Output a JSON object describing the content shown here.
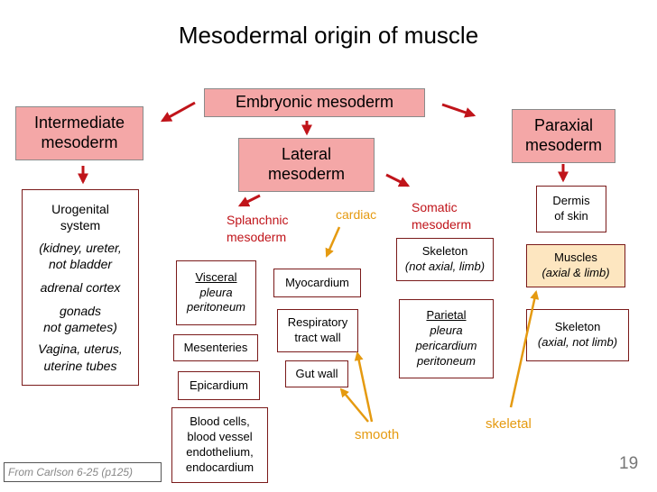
{
  "title": "Mesodermal origin of muscle",
  "nodes": {
    "embryonic": "Embryonic mesoderm",
    "intermediate": [
      "Intermediate",
      "mesoderm"
    ],
    "lateral": [
      "Lateral",
      "mesoderm"
    ],
    "paraxial": [
      "Paraxial",
      "mesoderm"
    ],
    "urogenital": [
      "Urogenital",
      "system",
      "(kidney, ureter,",
      "not bladder",
      "adrenal cortex",
      "gonads",
      "not gametes)",
      "Vagina, uterus,",
      "uterine tubes"
    ],
    "splanchnic": [
      "Splanchnic",
      "mesoderm"
    ],
    "cardiac": "cardiac",
    "somatic": [
      "Somatic",
      "mesoderm"
    ],
    "visceral": [
      "Visceral",
      "pleura",
      "peritoneum"
    ],
    "mesenteries": "Mesenteries",
    "epicardium": "Epicardium",
    "blood": [
      "Blood cells,",
      "blood vessel",
      "endothelium,",
      "endocardium"
    ],
    "myocardium": "Myocardium",
    "respiratory": [
      "Respiratory",
      "tract wall"
    ],
    "gutwall": "Gut wall",
    "skeleton_somatic": [
      "Skeleton",
      "(not axial, limb)"
    ],
    "parietal": [
      "Parietal",
      "pleura",
      "pericardium",
      "peritoneum"
    ],
    "dermis": [
      "Dermis",
      "of skin"
    ],
    "muscles": [
      "Muscles",
      "(axial & limb)"
    ],
    "skeleton_paraxial": [
      "Skeleton",
      "(axial, not limb)"
    ],
    "smooth": "smooth",
    "skeletal": "skeletal"
  },
  "credit": "From Carlson 6-25 (p125)",
  "page_number": "19",
  "colors": {
    "pink": "#f4a7a7",
    "red_arrow": "#c0141a",
    "orange": "#e59a10",
    "box_border": "#7a1a1a"
  }
}
